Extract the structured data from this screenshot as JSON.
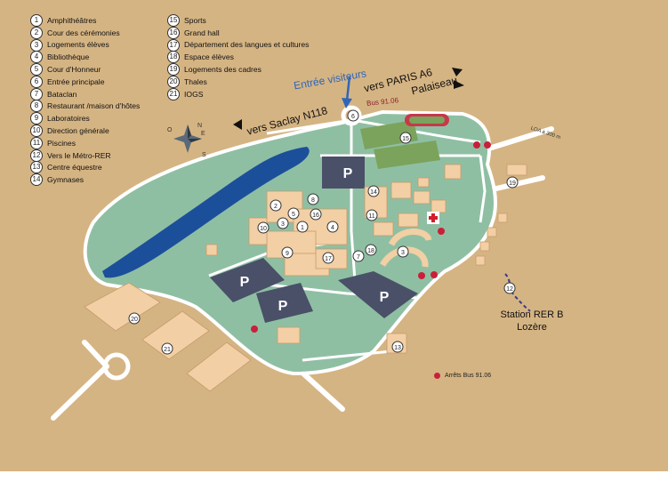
{
  "legend_left": [
    {
      "n": "1",
      "label": "Amphithéâtres"
    },
    {
      "n": "2",
      "label": "Cour des cérémonies"
    },
    {
      "n": "3",
      "label": "Logements élèves"
    },
    {
      "n": "4",
      "label": "Bibliothèque"
    },
    {
      "n": "5",
      "label": "Cour d'Honneur"
    },
    {
      "n": "6",
      "label": "Entrée principale"
    },
    {
      "n": "7",
      "label": "Bataclan"
    },
    {
      "n": "8",
      "label": "Restaurant /maison  d'hôtes"
    },
    {
      "n": "9",
      "label": "Laboratoires"
    },
    {
      "n": "10",
      "label": "Direction générale"
    },
    {
      "n": "11",
      "label": "Piscines"
    },
    {
      "n": "12",
      "label": "Vers le Métro-RER"
    },
    {
      "n": "13",
      "label": "Centre équestre"
    },
    {
      "n": "14",
      "label": "Gymnases"
    }
  ],
  "legend_right": [
    {
      "n": "15",
      "label": "Sports"
    },
    {
      "n": "16",
      "label": "Grand hall"
    },
    {
      "n": "17",
      "label": "Département des langues et cultures"
    },
    {
      "n": "18",
      "label": "Espace élèves"
    },
    {
      "n": "19",
      "label": "Logements des cadres"
    },
    {
      "n": "20",
      "label": "Thales"
    },
    {
      "n": "21",
      "label": "IOGS"
    }
  ],
  "map": {
    "entree_visiteurs": "Entrée visiteurs",
    "vers_paris": "vers PARIS A6",
    "palaiseau": "Palaiseau",
    "vers_saclay": "vers Saclay N118",
    "bus_route": "Bus 91.06",
    "loa": "LOA à 300 m",
    "station_line1": "Station RER B",
    "station_line2": "Lozère",
    "parking": "P",
    "compass": {
      "n": "N",
      "e": "E",
      "s": "S",
      "o": "O"
    }
  },
  "bus_legend": "Arrêts Bus 91.06",
  "colors": {
    "background": "#d5b483",
    "campus_green": "#8fbfa3",
    "lake": "#1c4f9a",
    "parking": "#4a5068",
    "building": "#f2cfa4",
    "bus_stop": "#c8203a",
    "arrow_blue": "#2f66b8"
  }
}
